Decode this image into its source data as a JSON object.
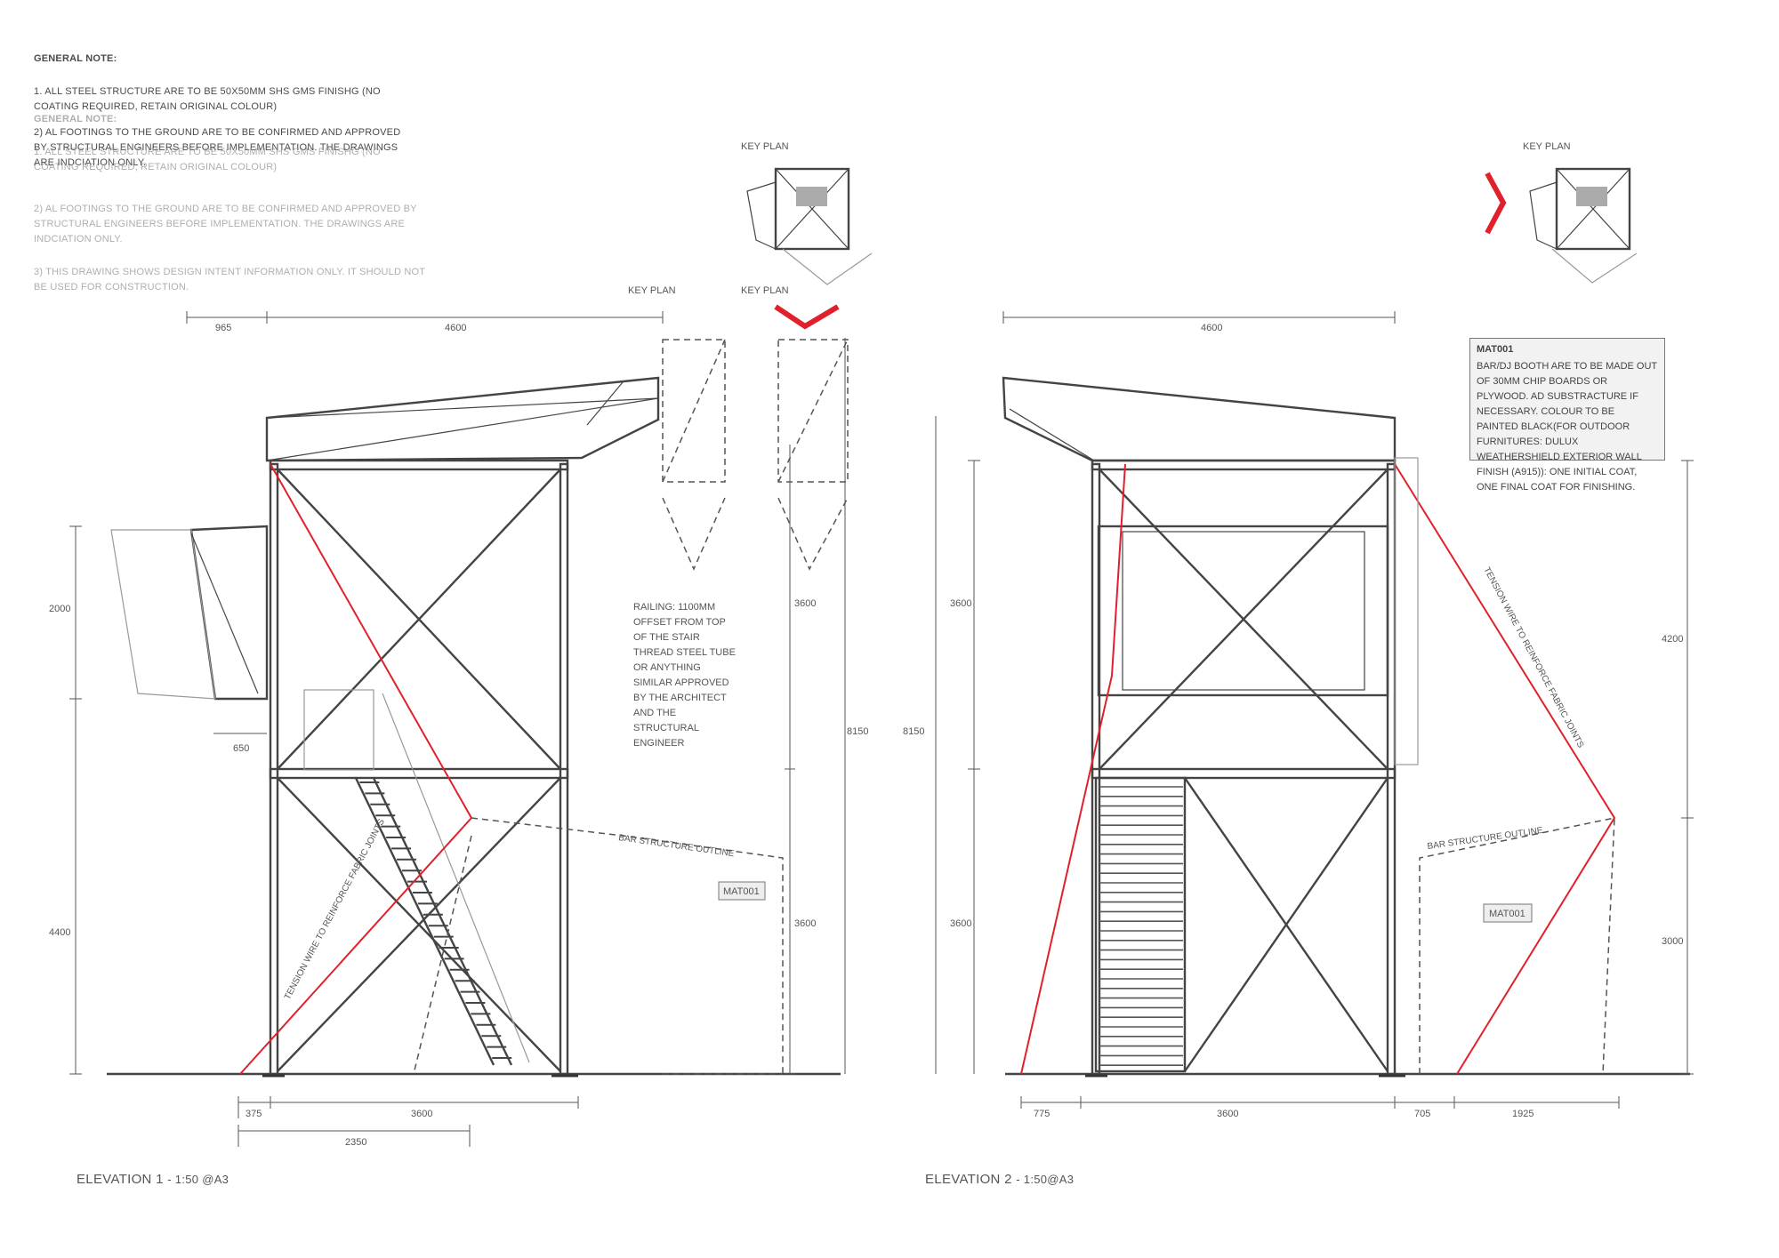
{
  "notes": {
    "heading": "GENERAL NOTE:",
    "items": [
      "1. ALL STEEL STRUCTURE ARE TO BE 50x50mm SHS GMS FINISHG (NO COATING REQUIRED, RETAIN ORIGINAL COLOUR)",
      "2) AL FOOTINGS TO THE GROUND ARE TO BE CONFIRMED AND APPROVED BY STRUCTURAL ENGINEERS BEFORE IMPLEMENTATION. THE DRAWINGS ARE INDCIATION ONLY.",
      "3) THIS DRAWING SHOWS DESIGN INTENT INFORMATION ONLY. IT SHOULD NOT BE USED FOR CONSTRUCTION."
    ]
  },
  "key_plan_label": "KEY PLAN",
  "elevation1": {
    "title": "ELEVATION 1",
    "scale": "- 1:50 @A3",
    "dims": {
      "top_width": "4600",
      "canopy": "965",
      "canopy_height": "2000",
      "offset": "650",
      "base_height": "4400",
      "upper": "3600",
      "lower": "3600",
      "total": "8150",
      "left_offset": "375",
      "bay": "3600",
      "stair": "2350"
    },
    "railing_note": "RAILING: 1100MM OFFSET FROM TOP OF THE STAIR THREAD STEEL TUBE OR ANYTHING SIMILAR APPROVED BY THE ARCHITECT AND THE STRUCTURAL ENGINEER",
    "wire_label": "TENSION WIRE TO REINFORCE FABRIC JOINTS",
    "bar_outline": "BAR STRUCTURE OUTLINE",
    "mat_tag": "MAT001"
  },
  "elevation2": {
    "title": "ELEVATION 2",
    "scale": "- 1:50@A3",
    "dims": {
      "top_width": "4600",
      "upper": "3600",
      "lower": "3600",
      "total": "8150",
      "right_upper": "4200",
      "right_lower": "3000",
      "left_offset": "775",
      "bay": "3600",
      "gap": "705",
      "right_span": "1925"
    },
    "wire_label": "TENSION WIRE TO REINFORCE FABRIC JOINTS",
    "bar_outline": "BAR STRUCTURE OUTLINE",
    "mat_tag": "MAT001"
  },
  "material_note": {
    "title": "MAT001",
    "text": "BAR/DJ BOOTH ARE TO BE MADE OUT OF 30MM CHIP BOARDS OR PLYWOOD. AD SUBSTRACTURE IF NECESSARY. COLOUR TO BE PAINTED BLACK(FOR OUTDOOR FURNITURES: Dulux Weathershield Exterior Wall Finish (A915)): ONE INITIAL COAT, ONE FINAL COAT FOR FINISHING."
  },
  "colors": {
    "line": "#444444",
    "light": "#9a9a9a",
    "red": "#e0212b"
  }
}
